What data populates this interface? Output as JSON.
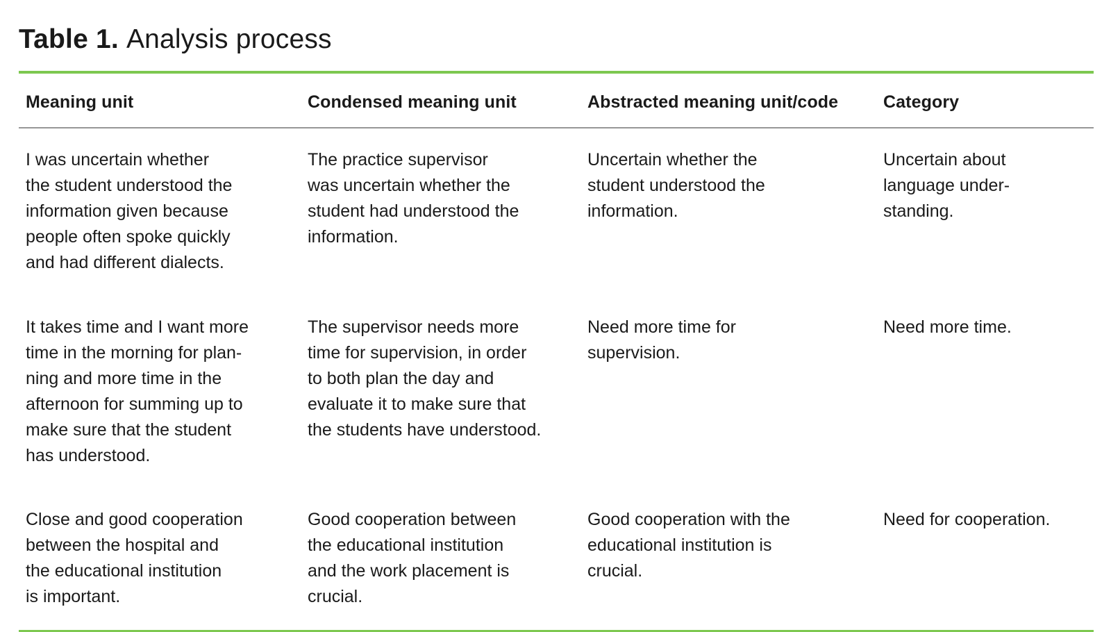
{
  "caption": {
    "label": "Table 1.",
    "title": "Analysis process"
  },
  "table": {
    "columns": [
      "Meaning unit",
      "Condensed meaning unit",
      "Abstracted meaning unit/code",
      "Category"
    ],
    "rows": [
      {
        "cells": [
          "I was uncertain whether\nthe student understood the\ninformation given because\npeople often spoke quickly\nand had different dialects.",
          "The practice supervisor\nwas uncertain whether the\nstudent had understood the\ninformation.",
          "Uncertain whether the\nstudent understood the\ninformation.",
          "Uncertain about\nlanguage under-\nstanding."
        ]
      },
      {
        "cells": [
          "It takes time and I want more\ntime in the morning for plan-\nning and more time in the\nafternoon for summing up to\nmake sure that the student\nhas understood.",
          "The supervisor needs more\ntime for supervision, in order\nto both plan the day and\nevaluate it to make sure that\nthe students have understood.",
          "Need more time for\nsupervision.",
          "Need more time."
        ]
      },
      {
        "cells": [
          "Close and good cooperation\nbetween the hospital and\nthe educational institution\nis important.",
          "Good cooperation between\nthe educational institution\nand the work placement is\ncrucial.",
          "Good cooperation with the\neducational institution is\ncrucial.",
          "Need for cooperation."
        ]
      }
    ]
  },
  "colors": {
    "accent_green": "#7dc850",
    "header_rule_gray": "#969696",
    "text": "#1a1a1a"
  }
}
